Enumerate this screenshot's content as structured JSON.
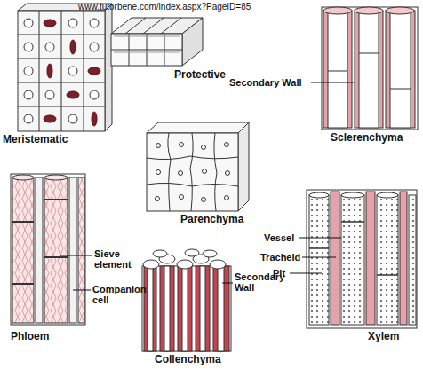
{
  "diagram": {
    "labels": [
      "www.tutorbene.com/index.aspx?PageID=85",
      "Meristematic",
      "Protective",
      "Secondary Wall",
      "Sclerenchyma",
      "Parenchyma",
      "Sieve element",
      "Companion cell",
      "Phloem",
      "Collenchyma",
      "Secondary Wall",
      "Xylem",
      "Vessel",
      "Tracheid",
      "Pit"
    ]
  }
}
